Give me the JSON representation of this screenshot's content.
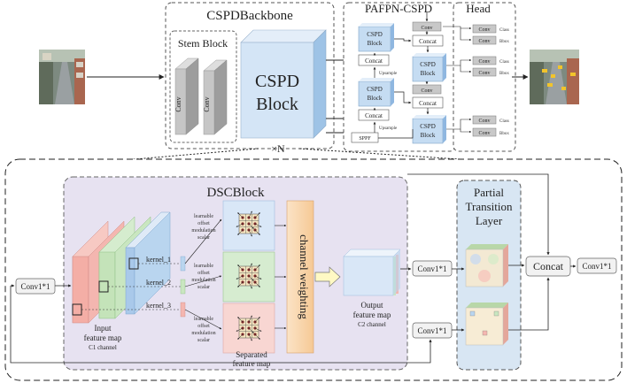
{
  "backbone": {
    "title": "CSPDBackbone",
    "stem_title": "Stem Block",
    "stem_conv_1": "Conv",
    "stem_conv_2": "Conv",
    "cspd_line1": "CSPD",
    "cspd_line2": "Block",
    "repeat_label": "×N"
  },
  "neck": {
    "title": "PAFPN-CSPD",
    "cspd_block": "CSPD",
    "cspd_block_line2": "Block",
    "concat": "Concat",
    "upsample": "Upsample",
    "conv": "Conv",
    "sppf": "SPPF"
  },
  "head": {
    "title": "Head",
    "conv": "Conv",
    "class_label": "Class",
    "bbox_label": "Bbox"
  },
  "detail": {
    "conv_left": "Conv1*1",
    "dscblock_title": "DSCBlock",
    "kernels": [
      "kernel_1",
      "kernel_2",
      "kernel_3"
    ],
    "offset_text": [
      "learnable",
      "offset",
      "modulation",
      "scalar"
    ],
    "input_caption": [
      "Input",
      "feature map",
      "C1 channel"
    ],
    "separated_caption": [
      "Separated",
      "feature map"
    ],
    "channel_weighting": "channel weighting",
    "output_caption": [
      "Output",
      "feature map",
      "C2 channel"
    ],
    "conv_mid_top": "Conv1*1",
    "conv_mid_bottom": "Conv1*1",
    "partial_title": [
      "Partial",
      "Transition",
      "Layer"
    ],
    "concat": "Concat",
    "conv_right": "Conv1*1"
  },
  "colors": {
    "cspd_blue": "#cfe0f3",
    "input_red": "#f4b6b0",
    "input_green": "#c9e6c0",
    "input_blue": "#b9d5ef",
    "dsc_bg": "#e6e0f0",
    "ptl_bg": "#d8e6f3",
    "cw_orange": "#f9d9b4"
  }
}
